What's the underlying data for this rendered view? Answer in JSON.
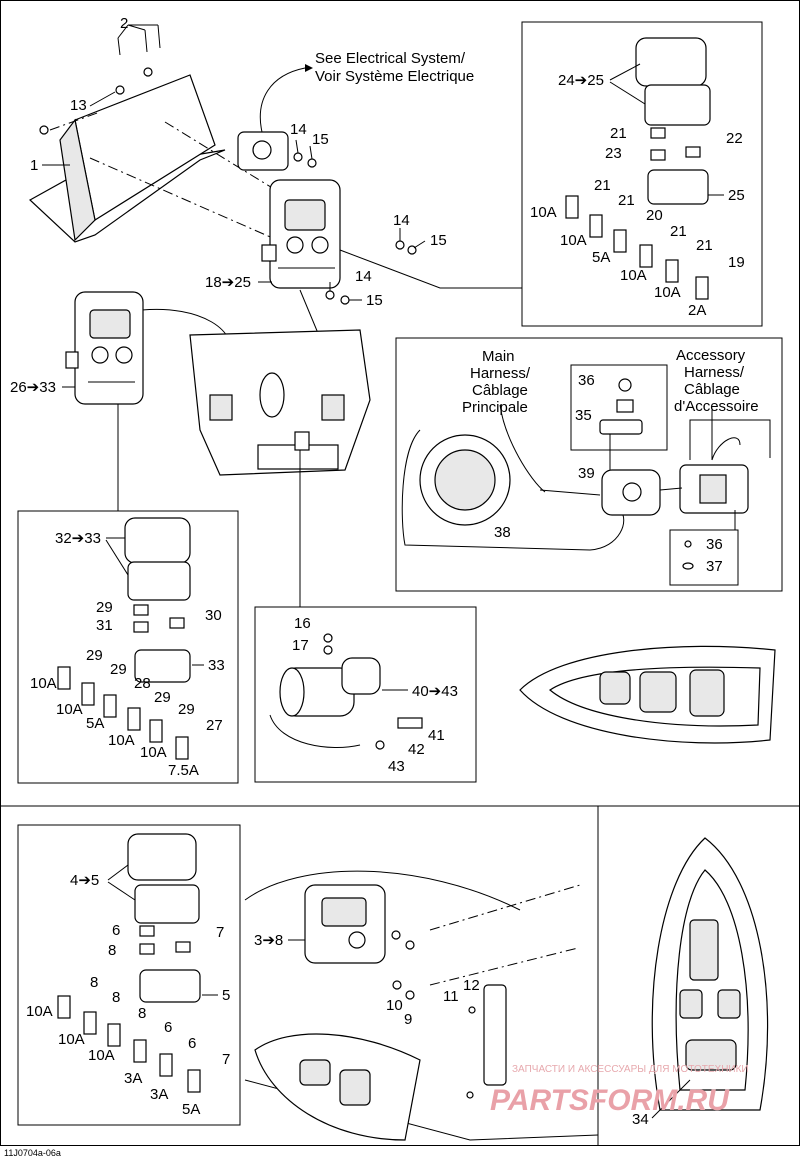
{
  "drawing_id": "11J0704a-06a",
  "callouts": {
    "c1": "1",
    "c2": "2",
    "c13": "13",
    "c14a": "14",
    "c15a": "15",
    "c14b": "14",
    "c15b": "15",
    "c14c": "14",
    "c15c": "15",
    "c18_25": "18➔25",
    "c26_33": "26➔33",
    "c24_25": "24➔25",
    "c21a": "21",
    "c22": "22",
    "c23": "23",
    "c25a": "25",
    "c21b": "21",
    "c10a_a": "10A",
    "c21c": "21",
    "c10a_b": "10A",
    "c20": "20",
    "c5a_a": "5A",
    "c21d": "21",
    "c10a_c": "10A",
    "c21e": "21",
    "c10a_d": "10A",
    "c19": "19",
    "c2a": "2A",
    "c32_33": "32➔33",
    "c29a": "29",
    "c30": "30",
    "c31": "31",
    "c33": "33",
    "c29b": "29",
    "c10a_e": "10A",
    "c29c": "29",
    "c10a_f": "10A",
    "c28": "28",
    "c5a_b": "5A",
    "c29d": "29",
    "c10a_g": "10A",
    "c29e": "29",
    "c10a_h": "10A",
    "c27": "27",
    "c7_5a": "7.5A",
    "c16": "16",
    "c17": "17",
    "c40_43": "40➔43",
    "c41": "41",
    "c42": "42",
    "c43": "43",
    "c36a": "36",
    "c35": "35",
    "c39": "39",
    "c38": "38",
    "c36b": "36",
    "c37": "37",
    "c4_5": "4➔5",
    "c6a": "6",
    "c7a": "7",
    "c8a": "8",
    "c5": "5",
    "c8b": "8",
    "c10a_i": "10A",
    "c8c": "8",
    "c10a_j": "10A",
    "c8d": "8",
    "c10a_k": "10A",
    "c6b": "6",
    "c3a_a": "3A",
    "c6c": "6",
    "c3a_b": "3A",
    "c7b": "7",
    "c5a_c": "5A",
    "c3_8": "3➔8",
    "c10": "10",
    "c9": "9",
    "c11": "11",
    "c12": "12",
    "c34": "34"
  },
  "notes": {
    "electrical_line1": "See Electrical System/",
    "electrical_line2": "Voir Système Electrique",
    "main_h1": "Main",
    "main_h2": "Harness/",
    "main_h3": "Câblage",
    "main_h4": "Principale",
    "acc_h1": "Accessory",
    "acc_h2": "Harness/",
    "acc_h3": "Câblage",
    "acc_h4": "d'Accessoire"
  },
  "watermark": {
    "line1": "ЗАПЧАСТИ И АКСЕССУАРЫ ДЛЯ МОТОТЕХНИКИ",
    "line2": "PARTSFORM.RU"
  },
  "colors": {
    "line": "#000000",
    "watermark": "#e9a1a8",
    "background": "#ffffff"
  }
}
